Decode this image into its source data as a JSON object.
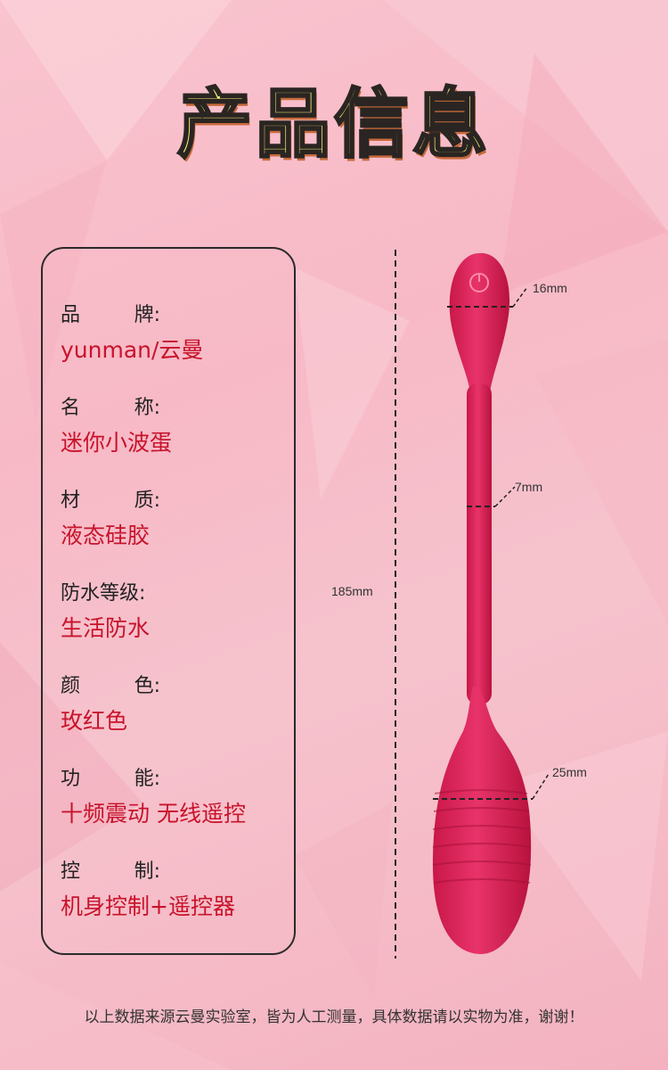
{
  "page": {
    "title": "产品信息"
  },
  "specs": [
    {
      "label_chars": [
        "品",
        "牌:"
      ],
      "value": "yunman/云曼"
    },
    {
      "label_chars": [
        "名",
        "称:"
      ],
      "value": "迷你小波蛋"
    },
    {
      "label_chars": [
        "材",
        "质:"
      ],
      "value": "液态硅胶"
    },
    {
      "label_chars": [
        "防水等级:"
      ],
      "value": "生活防水"
    },
    {
      "label_chars": [
        "颜",
        "色:"
      ],
      "value": "玫红色"
    },
    {
      "label_chars": [
        "功",
        "能:"
      ],
      "value": "十频震动 无线遥控"
    },
    {
      "label_chars": [
        "控",
        "制:"
      ],
      "value": "机身控制+遥控器"
    }
  ],
  "dimensions": {
    "total_length": "185mm",
    "head_width": "16mm",
    "stem_width": "7mm",
    "body_width": "25mm"
  },
  "footer": {
    "note": "以上数据来源云曼实验室，皆为人工测量，具体数据请以实物为准，谢谢！"
  },
  "colors": {
    "product": "#e02a5a",
    "title_fill": "#fff27a",
    "value_text": "#c8132b"
  }
}
